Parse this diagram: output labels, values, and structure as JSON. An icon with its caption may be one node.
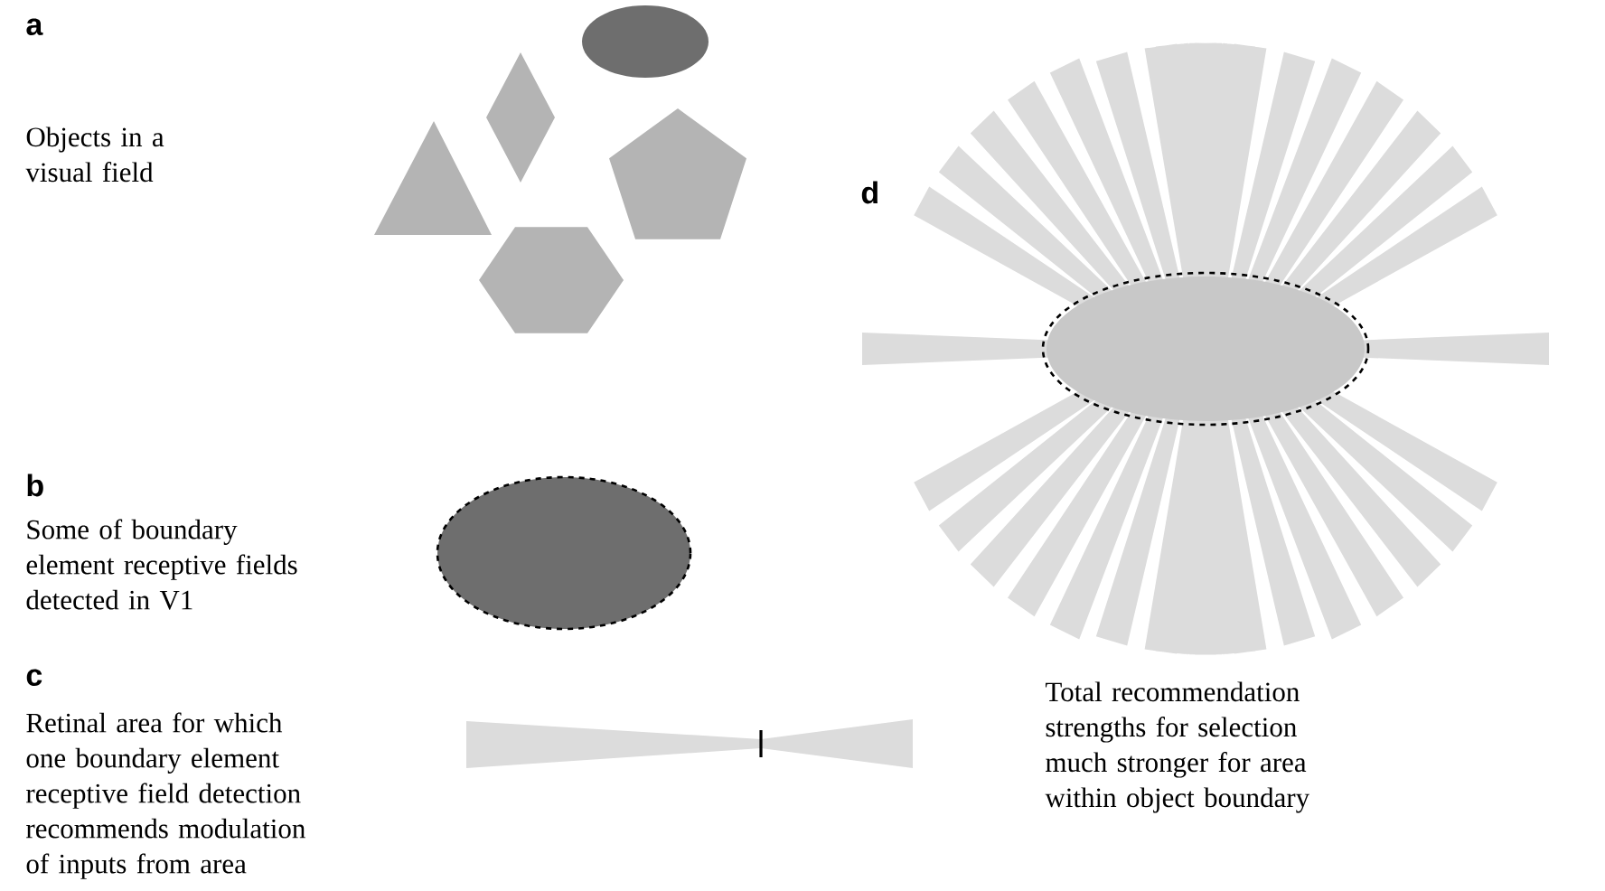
{
  "diagram": {
    "labels": [
      "a",
      "Objects in a visual field",
      "b",
      "Some of boundary element receptive fields detected in V1",
      "c",
      "Retinal area for which one boundary element receptive field detection recommends modulation of inputs from area",
      "d",
      "Total recommendation strengths for selection much stronger for area within object boundary"
    ]
  }
}
